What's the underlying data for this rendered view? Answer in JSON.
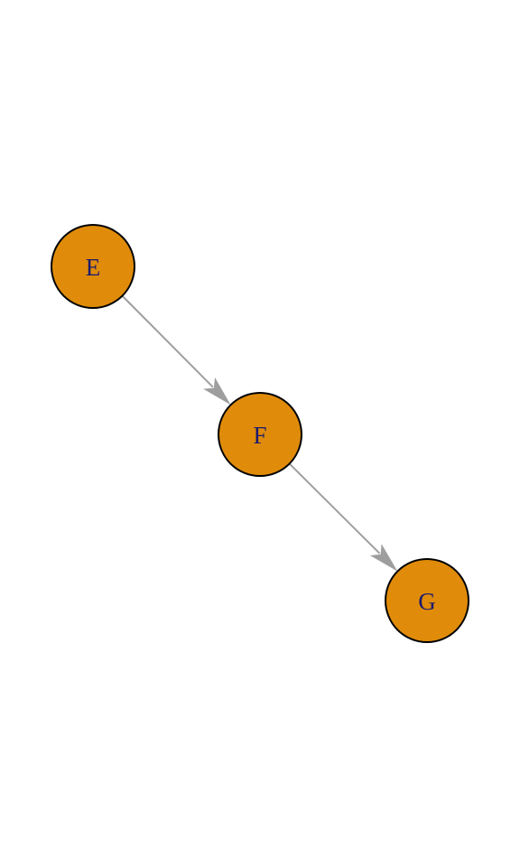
{
  "graph": {
    "directed": true,
    "colors": {
      "node_fill": "#E08C0A",
      "node_stroke": "#000000",
      "label": "#1A1A6E",
      "edge": "#9E9E9E"
    },
    "nodes": [
      {
        "id": "E",
        "label": "E"
      },
      {
        "id": "F",
        "label": "F"
      },
      {
        "id": "G",
        "label": "G"
      }
    ],
    "edges": [
      {
        "from": "E",
        "to": "F"
      },
      {
        "from": "F",
        "to": "G"
      }
    ]
  }
}
